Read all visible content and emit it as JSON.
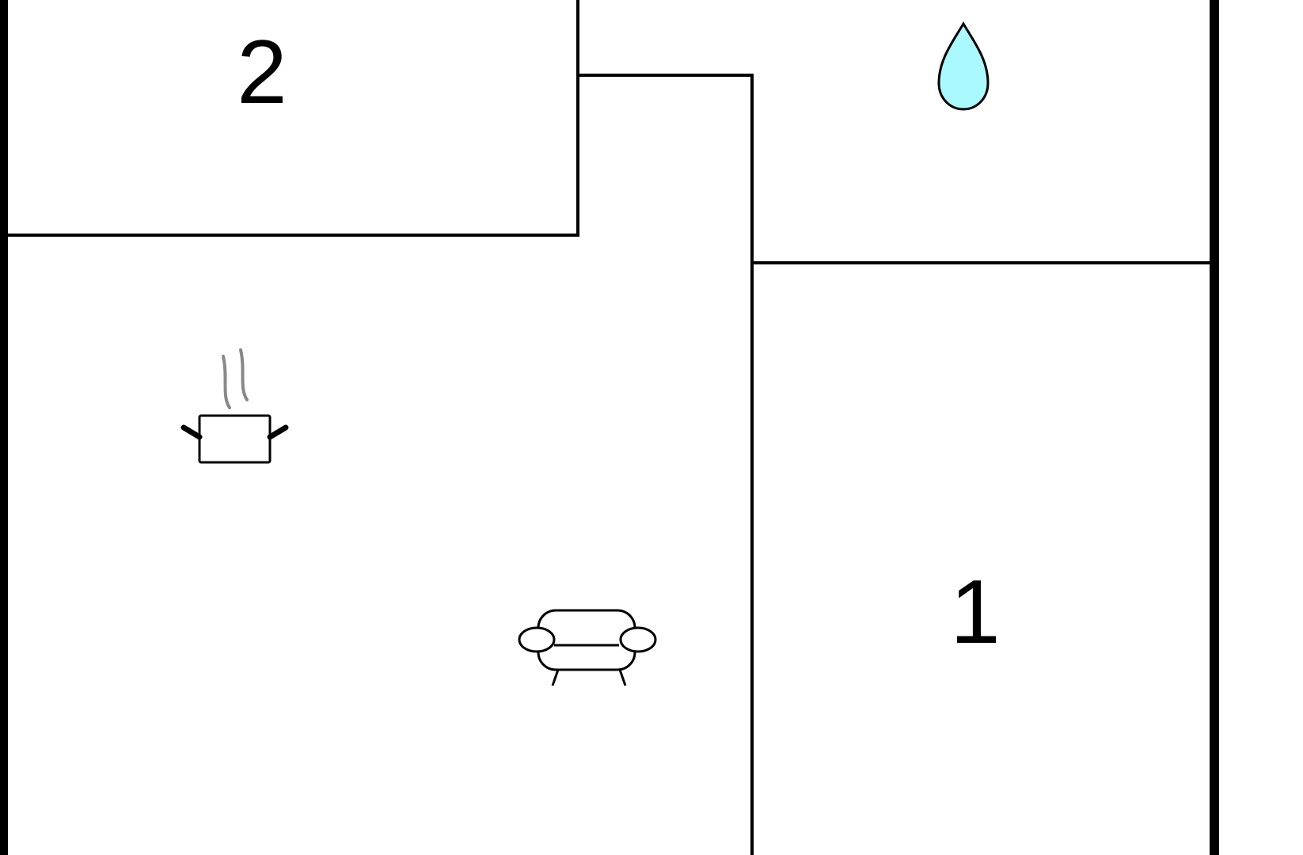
{
  "floorplan": {
    "rooms": [
      {
        "id": "bedroom-2",
        "label": "2"
      },
      {
        "id": "bedroom-1",
        "label": "1"
      },
      {
        "id": "bathroom",
        "icon": "water-drop-icon"
      },
      {
        "id": "kitchen",
        "icon": "cooking-pot-icon"
      },
      {
        "id": "living-room",
        "icon": "sofa-icon"
      }
    ],
    "colors": {
      "walls": "#000000",
      "water": "#aaf9ff",
      "steam": "#888888",
      "background": "#ffffff"
    }
  }
}
